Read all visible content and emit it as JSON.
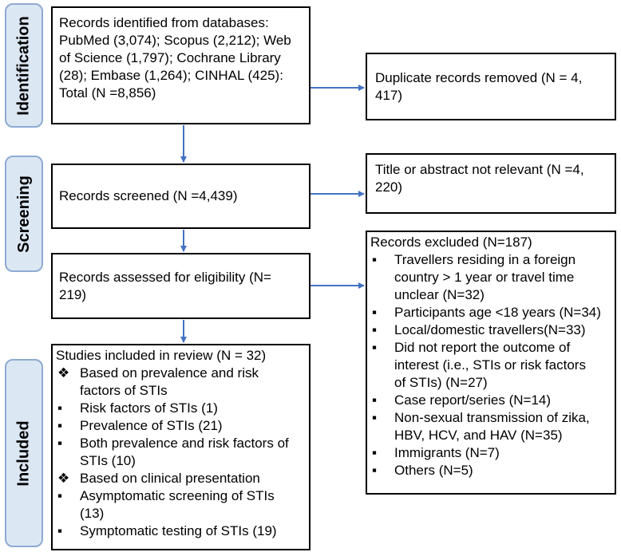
{
  "phases": {
    "identification": "Identification",
    "screening": "Screening",
    "included": "Included"
  },
  "boxes": {
    "identified": "Records identified from databases:\nPubMed (3,074); Scopus (2,212); Web\nof Science (1,797); Cochrane Library\n(28); Embase (1,264); CINHAL (425):\nTotal (N =8,856)",
    "duplicates": "Duplicate records removed (N = 4,\n417)",
    "screened": "Records screened (N =4,439)",
    "not_relevant": "Title or abstract not relevant (N =4,\n220)",
    "eligibility": "Records assessed for eligibility (N=\n219)",
    "excluded": {
      "title": "Records excluded (N=187)",
      "items": [
        "Travellers residing in a foreign\ncountry > 1 year or travel time\nunclear (N=32)",
        "Participants age <18 years (N=34)",
        "Local/domestic travellers(N=33)",
        "Did not report the outcome of\ninterest (i.e., STIs or risk factors\nof STIs) (N=27)",
        "Case report/series (N=14)",
        "Non-sexual transmission of zika,\nHBV, HCV, and HAV (N=35)",
        "Immigrants (N=7)",
        "Others (N=5)"
      ]
    },
    "included": {
      "title": "Studies included in review (N = 32)",
      "items": [
        {
          "marker": "❖",
          "text": "Based on prevalence  and risk\nfactors of STIs"
        },
        {
          "marker": "▪",
          "text": "Risk factors of STIs (1)"
        },
        {
          "marker": "▪",
          "text": "Prevalence of STIs (21)"
        },
        {
          "marker": "▪",
          "text": "Both prevalence and risk factors of\nSTIs (10)"
        },
        {
          "marker": "❖",
          "text": "Based on clinical presentation"
        },
        {
          "marker": "▪",
          "text": "Asymptomatic screening of STIs\n(13)"
        },
        {
          "marker": "▪",
          "text": "Symptomatic testing of STIs (19)"
        }
      ]
    }
  },
  "bullet": "▪",
  "colors": {
    "arrow": "#4472c4",
    "phase_fill": "#dce7f4",
    "phase_border": "#8faad2"
  }
}
